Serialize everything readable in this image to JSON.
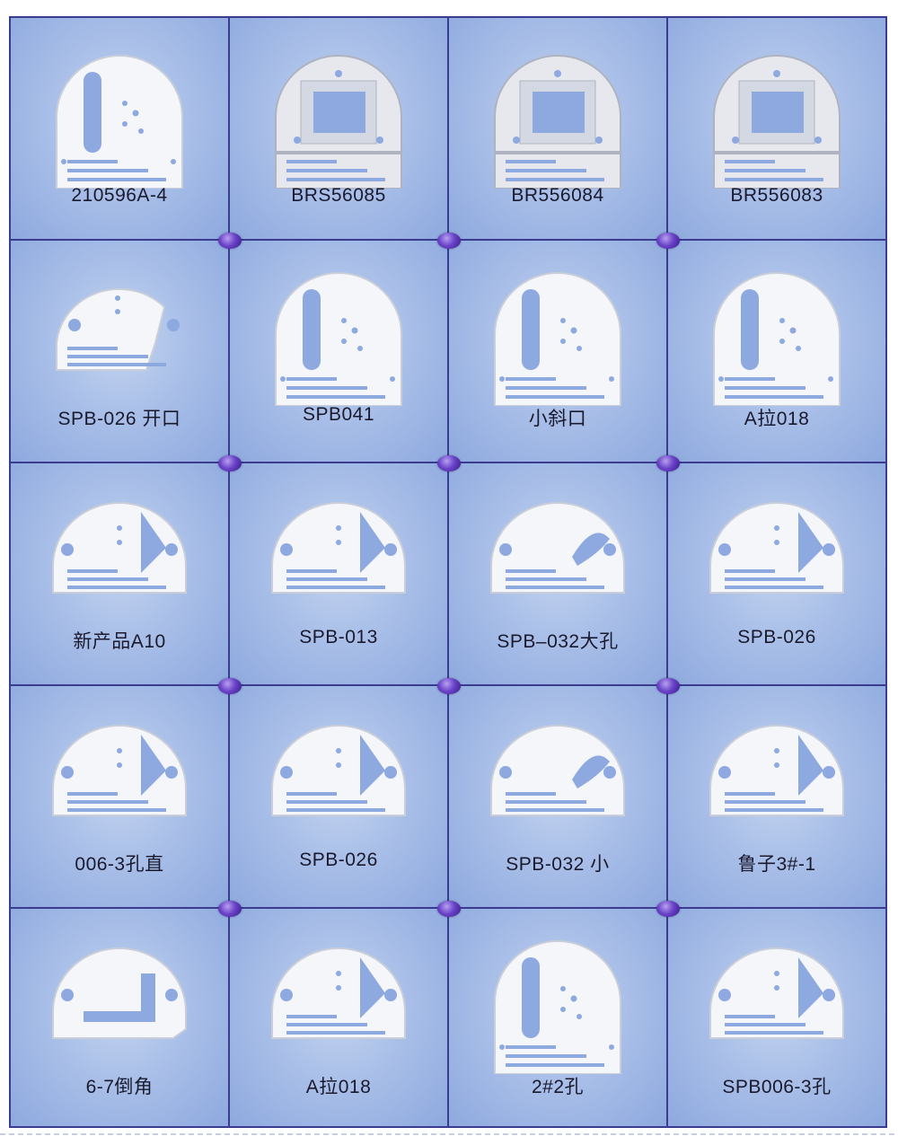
{
  "catalog": {
    "rows": [
      [
        {
          "label": "210596A-4",
          "icon": "needle-plate-slot-icon"
        },
        {
          "label": "BRS56085",
          "icon": "needle-plate-frame-icon"
        },
        {
          "label": "BR556084",
          "icon": "needle-plate-frame-icon"
        },
        {
          "label": "BR556083",
          "icon": "needle-plate-frame-icon"
        }
      ],
      [
        {
          "label": "SPB-026 开口",
          "icon": "needle-plate-open-icon"
        },
        {
          "label": "SPB041",
          "icon": "needle-plate-slot-icon"
        },
        {
          "label": "小斜口",
          "icon": "needle-plate-slot-icon"
        },
        {
          "label": "A拉018",
          "icon": "needle-plate-slot-icon"
        }
      ],
      [
        {
          "label": "新产品A10",
          "icon": "needle-plate-d-cut-icon"
        },
        {
          "label": "SPB-013",
          "icon": "needle-plate-d-cut-icon"
        },
        {
          "label": "SPB–032大孔",
          "icon": "needle-plate-curve-icon"
        },
        {
          "label": "SPB-026",
          "icon": "needle-plate-d-cut-icon"
        }
      ],
      [
        {
          "label": "006-3孔直",
          "icon": "needle-plate-d-cut-icon"
        },
        {
          "label": "SPB-026",
          "icon": "needle-plate-d-cut-icon"
        },
        {
          "label": "SPB-032 小",
          "icon": "needle-plate-curve-icon"
        },
        {
          "label": "鲁子3#-1",
          "icon": "needle-plate-d-cut-icon"
        }
      ],
      [
        {
          "label": "6-7倒角",
          "icon": "needle-plate-chamfer-icon"
        },
        {
          "label": "A拉018",
          "icon": "needle-plate-d-cut-icon"
        },
        {
          "label": "2#2孔",
          "icon": "needle-plate-slot-icon"
        },
        {
          "label": "SPB006-3孔",
          "icon": "needle-plate-d-cut-icon"
        }
      ]
    ]
  },
  "colors": {
    "grid_line": "#3a3d8f",
    "cell_bg": "#a9bfe8",
    "connector": "#6a42c8",
    "plate": "#f4f6fa"
  }
}
